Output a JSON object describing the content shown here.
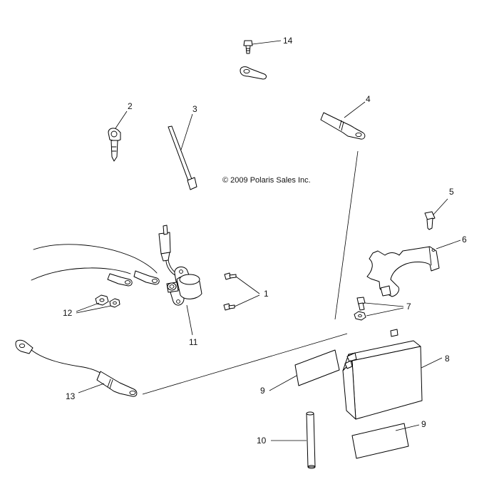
{
  "copyright": "© 2009 Polaris Sales Inc.",
  "callouts": {
    "c1": "1",
    "c2": "2",
    "c3": "3",
    "c4": "4",
    "c5": "5",
    "c6": "6",
    "c7": "7",
    "c8": "8",
    "c9a": "9",
    "c9b": "9",
    "c10": "10",
    "c11": "11",
    "c12": "12",
    "c13": "13",
    "c14": "14"
  }
}
